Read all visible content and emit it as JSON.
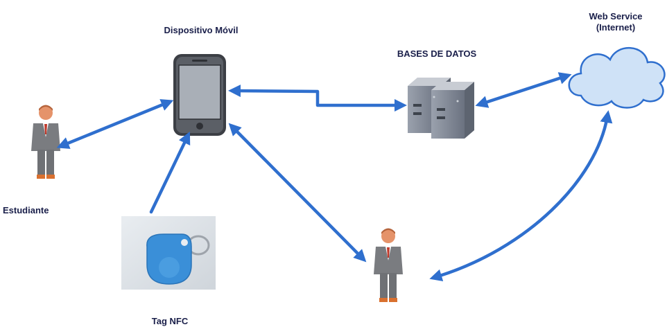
{
  "labels": {
    "mobile_device": "Dispositivo Móvil",
    "databases": "BASES DE DATOS",
    "web_service_line1": "Web Service",
    "web_service_line2": "(Internet)",
    "student": "Estudiante",
    "nfc_tag": "Tag NFC"
  },
  "colors": {
    "arrow": "#2f6fce",
    "label_text": "#1a1f4a",
    "person_suit": "#7a7c80",
    "person_skin": "#e5936a",
    "person_tie": "#c0392b",
    "cloud_fill": "#cfe2f7",
    "cloud_stroke": "#2f6fce",
    "server_body": "#7d8593",
    "phone_body": "#3c3f45",
    "phone_screen": "#a9afb7",
    "nfc_tag": "#3a8fd8"
  },
  "icons": {
    "mobile": "smartphone-icon",
    "database": "server-icon",
    "web_service": "cloud-icon",
    "student": "person-icon",
    "admin": "person-icon",
    "nfc": "nfc-keyfob-icon"
  }
}
